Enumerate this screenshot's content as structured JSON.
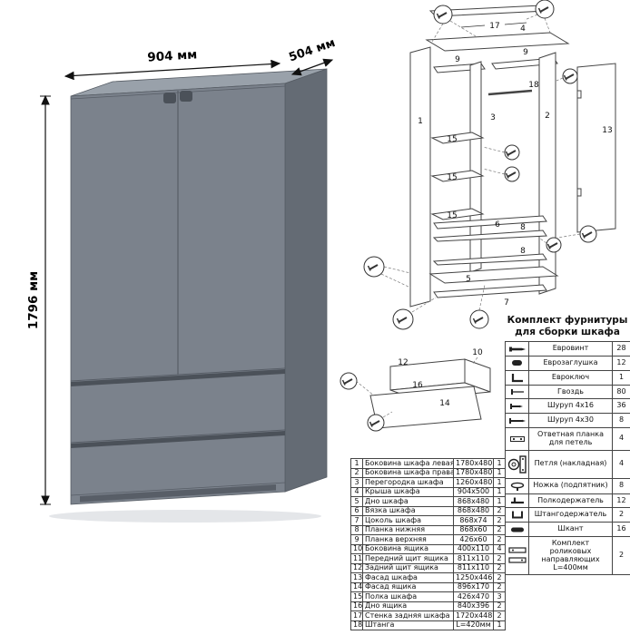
{
  "dims": {
    "width": "904 мм",
    "depth": "504 мм",
    "height": "1796 мм"
  },
  "hardware": {
    "title_line1": "Комплект фурнитуры",
    "title_line2": "для сборки шкафа",
    "items": [
      {
        "icon": "confirmat-screw",
        "name": "Евровинт",
        "qty": "28"
      },
      {
        "icon": "euro-cap",
        "name": "Еврозаглушка",
        "qty": "12"
      },
      {
        "icon": "hex-key",
        "name": "Евроключ",
        "qty": "1"
      },
      {
        "icon": "nail",
        "name": "Гвоздь",
        "qty": "80"
      },
      {
        "icon": "screw-4x16",
        "name": "Шуруп 4x16",
        "qty": "36"
      },
      {
        "icon": "screw-4x30",
        "name": "Шуруп 4x30",
        "qty": "8"
      },
      {
        "icon": "strike-plate",
        "name": "Ответная планка для петель",
        "qty": "4"
      },
      {
        "icon": "hinge",
        "name": "Петля (накладная)",
        "qty": "4"
      },
      {
        "icon": "foot",
        "name": "Ножка (подпятник)",
        "qty": "8"
      },
      {
        "icon": "shelf-support",
        "name": "Полкодержатель",
        "qty": "12"
      },
      {
        "icon": "rod-holder",
        "name": "Штангодержатель",
        "qty": "2"
      },
      {
        "icon": "dowel",
        "name": "Шкант",
        "qty": "16"
      },
      {
        "icon": "roller-slides",
        "name": "Комплект роликовых направляющих L=400мм",
        "qty": "2"
      }
    ]
  },
  "parts": {
    "rows": [
      {
        "n": "1",
        "name": "Боковина шкафа левая",
        "size": "1780x480",
        "qty": "1"
      },
      {
        "n": "2",
        "name": "Боковина шкафа правая",
        "size": "1780x480",
        "qty": "1"
      },
      {
        "n": "3",
        "name": "Перегородка шкафа",
        "size": "1260x480",
        "qty": "1"
      },
      {
        "n": "4",
        "name": "Крыша шкафа",
        "size": "904x500",
        "qty": "1"
      },
      {
        "n": "5",
        "name": "Дно шкафа",
        "size": "868x480",
        "qty": "1"
      },
      {
        "n": "6",
        "name": "Вязка шкафа",
        "size": "868x480",
        "qty": "2"
      },
      {
        "n": "7",
        "name": "Цоколь шкафа",
        "size": "868x74",
        "qty": "2"
      },
      {
        "n": "8",
        "name": "Планка нижняя",
        "size": "868x60",
        "qty": "2"
      },
      {
        "n": "9",
        "name": "Планка верхняя",
        "size": "426x60",
        "qty": "2"
      },
      {
        "n": "10",
        "name": "Боковина ящика",
        "size": "400x110",
        "qty": "4"
      },
      {
        "n": "11",
        "name": "Передний щит ящика",
        "size": "811x110",
        "qty": "2"
      },
      {
        "n": "12",
        "name": "Задний щит ящика",
        "size": "811x110",
        "qty": "2"
      },
      {
        "n": "13",
        "name": "Фасад шкафа",
        "size": "1250x446",
        "qty": "2"
      },
      {
        "n": "14",
        "name": "Фасад ящика",
        "size": "896x170",
        "qty": "2"
      },
      {
        "n": "15",
        "name": "Полка шкафа",
        "size": "426x470",
        "qty": "3"
      },
      {
        "n": "16",
        "name": "Дно ящика",
        "size": "840x396",
        "qty": "2"
      },
      {
        "n": "17",
        "name": "Стенка задняя шкафа",
        "size": "1720x448",
        "qty": "2"
      },
      {
        "n": "18",
        "name": "Штанга",
        "size": "L=420мм",
        "qty": "1"
      }
    ]
  },
  "exploded": {
    "labels": {
      "l17": "17",
      "l4": "4",
      "l9a": "9",
      "l9b": "9",
      "l18": "18",
      "l1": "1",
      "l3": "3",
      "l2": "2",
      "l13": "13",
      "l15a": "15",
      "l15b": "15",
      "l15c": "15",
      "l6": "6",
      "l8a": "8",
      "l8b": "8",
      "l5": "5",
      "l7": "7"
    }
  },
  "drawer": {
    "labels": {
      "l12": "12",
      "l16": "16",
      "l10": "10",
      "l14": "14"
    }
  }
}
